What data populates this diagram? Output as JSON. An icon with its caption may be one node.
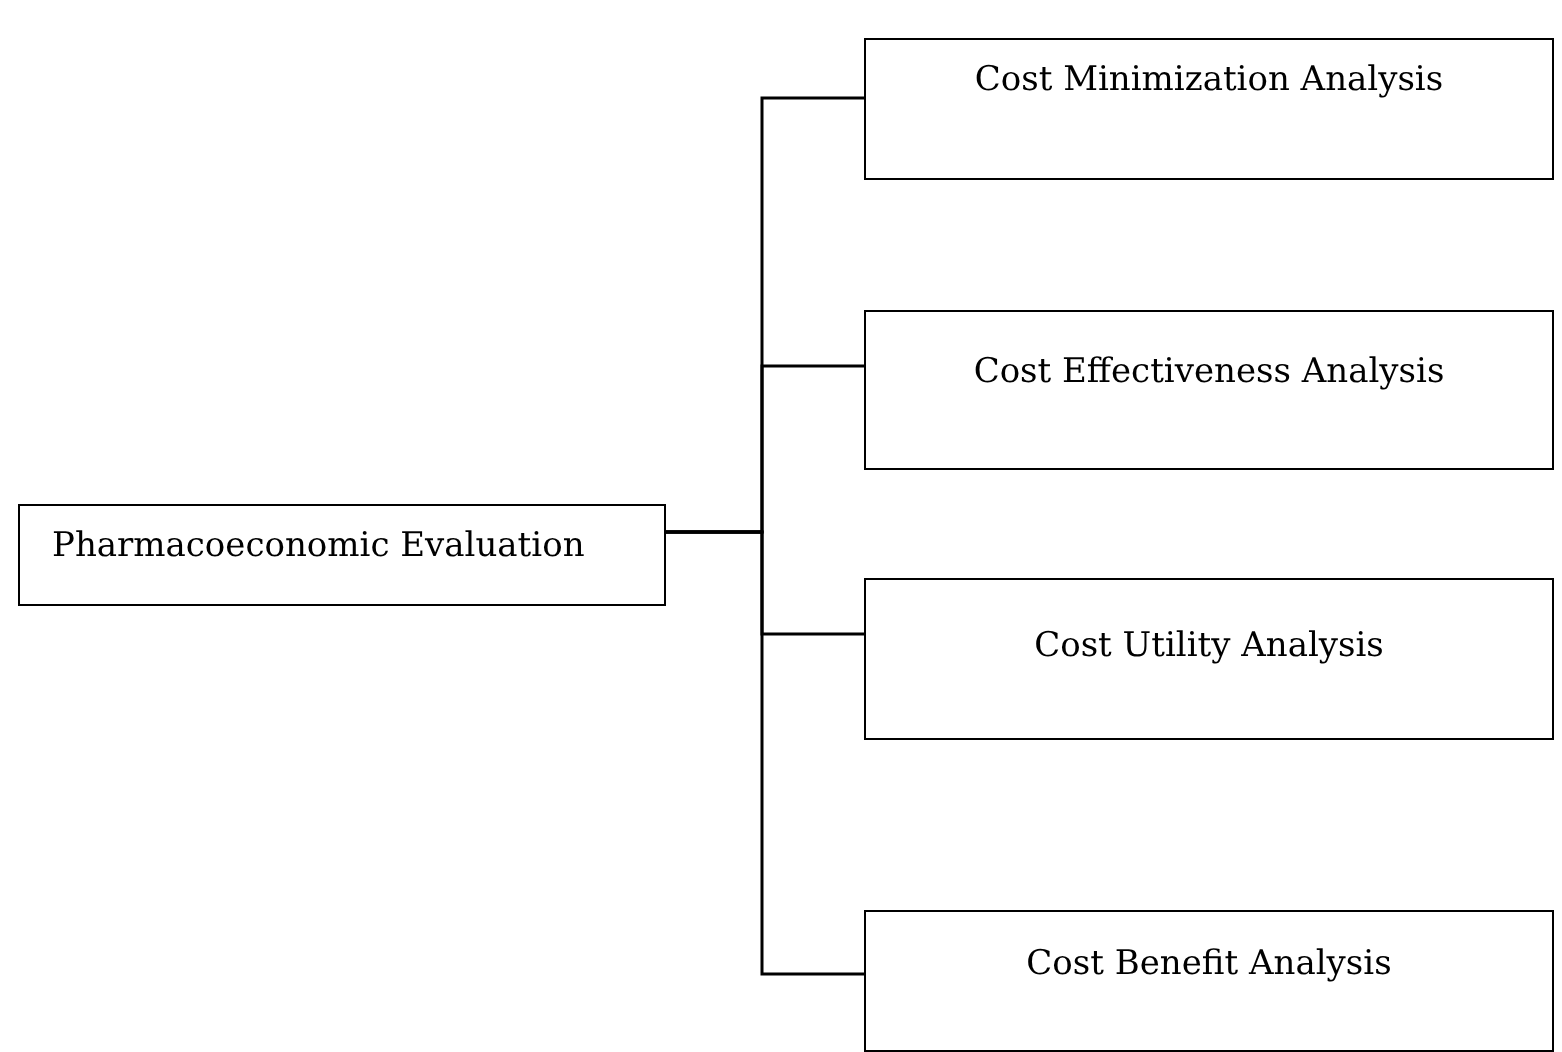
{
  "diagram": {
    "nodes": [
      {
        "text": [
          "Pharmacoeconomic Evaluation"
        ]
      },
      {
        "text": [
          "Cost Minimization Analysis"
        ]
      },
      {
        "text": [
          "Cost Effectiveness Analysis"
        ]
      },
      {
        "text": [
          "Cost Utility Analysis"
        ]
      },
      {
        "text": [
          "Cost Benefit Analysis"
        ]
      }
    ],
    "edges": [
      {
        "from": 0,
        "to": 1,
        "arrow": "none"
      },
      {
        "from": 0,
        "to": 2,
        "arrow": "none"
      },
      {
        "from": 0,
        "to": 3,
        "arrow": "none"
      },
      {
        "from": 0,
        "to": 4,
        "arrow": "none"
      }
    ]
  }
}
